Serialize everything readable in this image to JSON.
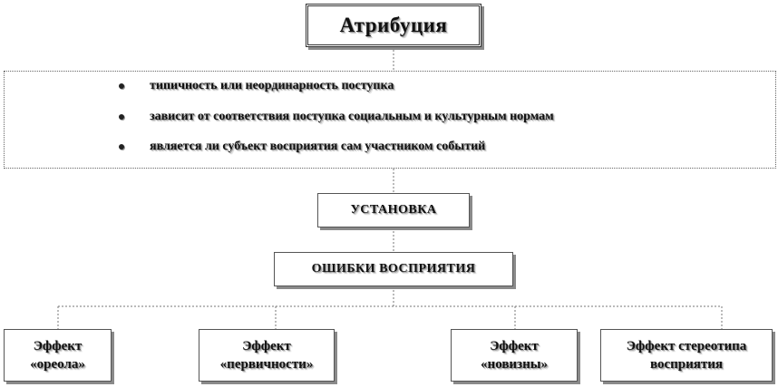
{
  "title": "Атрибуция",
  "factors": [
    "типичность или неординарность поступка",
    "зависит от соответствия поступка социальным и культурным нормам",
    "является ли субъект восприятия сам участником событий"
  ],
  "setup": "УСТАНОВКА",
  "errors": "ОШИБКИ ВОСПРИЯТИЯ",
  "effects": [
    {
      "line1": "Эффект",
      "line2": "«ореола»"
    },
    {
      "line1": "Эффект",
      "line2": "«первичности»"
    },
    {
      "line1": "Эффект",
      "line2": "«новизны»"
    },
    {
      "line1": "Эффект стереотипа",
      "line2": "восприятия"
    }
  ]
}
